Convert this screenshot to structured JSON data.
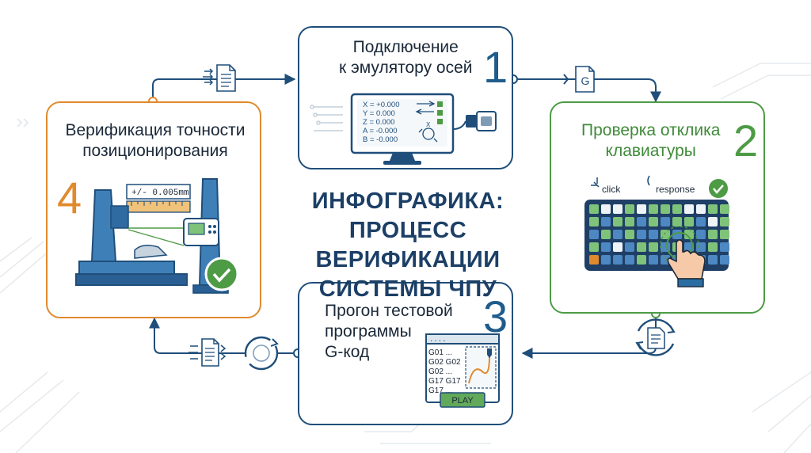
{
  "center_title": {
    "line1": "ИНФОГРАФИКА:",
    "line2": "ПРОЦЕСС ВЕРИФИКАЦИИ",
    "line3": "СИСТЕМЫ ЧПУ"
  },
  "steps": [
    {
      "number": "1",
      "title_line1": "Подключение",
      "title_line2": "к эмулятору осей",
      "axis_rows": [
        "X = +0.000",
        "Y =   0.000",
        "Z =   0.000",
        "A = -0.000",
        "B = -0.000"
      ],
      "axis_tag": "X",
      "icon": "monitor-icon"
    },
    {
      "number": "2",
      "title_line1": "Проверка отклика",
      "title_line2": "клавиатуры",
      "click_label": "click",
      "response_label": "response",
      "icon": "keyboard-icon"
    },
    {
      "number": "3",
      "title_line1": "Прогон тестовой",
      "title_line2": "программы",
      "title_line3": "G-код",
      "code_header": "....",
      "code_lines": [
        "G01  ...",
        "G02  G02",
        "G02  ...",
        "G17  G17",
        "G17  ..."
      ],
      "play_label": "PLAY",
      "icon": "gcode-window-icon"
    },
    {
      "number": "4",
      "title_line1": "Верификация точности",
      "title_line2": "позиционирования",
      "tolerance_label": "+/- 0.005mm",
      "icon": "cnc-machine-icon"
    }
  ],
  "connectors": {
    "gcode_file_letter": "G"
  },
  "colors": {
    "blue": "#1f4e7a",
    "green": "#4d9b45",
    "orange": "#e08a2e",
    "title": "#1c3f66",
    "step1_num": "#1f5c8c",
    "step2_num": "#4d9b45",
    "step4_num": "#e08a2e"
  }
}
